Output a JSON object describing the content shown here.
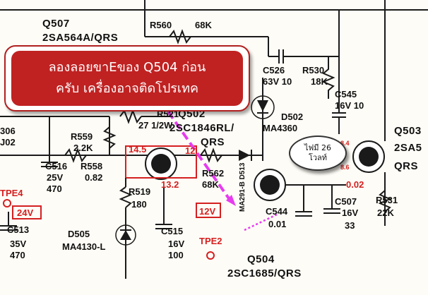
{
  "callout": {
    "line1": "ลองลอยขาEของ Q504 ก่อน",
    "line2": "ครับ เครื่องอาจติดโปรเทค"
  },
  "bubble": {
    "line1": "ไฟมี 26",
    "line2": "โวลท์"
  },
  "transistors": {
    "q507": {
      "name": "Q507",
      "part": "2SA564A/QRS"
    },
    "q502": {
      "name": "Q502",
      "part": "2SC1846RL/",
      "suffix": "QRS"
    },
    "q503": {
      "name": "Q503",
      "part": "2SA5",
      "suffix": "QRS"
    },
    "q504": {
      "name": "Q504",
      "part": "2SC1685/QRS"
    }
  },
  "resistors": {
    "r560": {
      "name": "R560",
      "value": "68K"
    },
    "r530": {
      "name": "R530",
      "value": "18K"
    },
    "r521": {
      "name": "R521",
      "value": "27 1/2W"
    },
    "r559": {
      "name": "R559",
      "value": "2.2K"
    },
    "r558": {
      "name": "R558",
      "value": "0.82"
    },
    "r562": {
      "name": "R562",
      "value": "68K"
    },
    "r519": {
      "name": "R519",
      "value": "180"
    },
    "r531": {
      "name": "R531",
      "value": "22K"
    }
  },
  "capacitors": {
    "c526": {
      "name": "C526",
      "value": "63V 10"
    },
    "c545": {
      "name": "C545",
      "value": "16V 10"
    },
    "c516": {
      "name": "C516",
      "value1": "25V",
      "value2": "470"
    },
    "c513": {
      "name": "C513",
      "value1": "35V",
      "value2": "470"
    },
    "c515": {
      "name": "C515",
      "value1": "16V",
      "value2": "100"
    },
    "c507": {
      "name": "C507",
      "value1": "16V",
      "value2": "33"
    },
    "c544": {
      "name": "C544",
      "value": "0.01"
    }
  },
  "diodes": {
    "d502": {
      "name": "D502",
      "part": "MA4360"
    },
    "d505": {
      "name": "D505",
      "part": "MA4130-L"
    },
    "d513": {
      "name": "MA291-B D513"
    }
  },
  "test_points": {
    "tpe4": "TPE4",
    "tpe2": "TPE2"
  },
  "voltages": {
    "v145": "14.5",
    "v132": "13.2",
    "v12": "12",
    "v24": "24V",
    "v12box": "12V",
    "v002": "0.02",
    "v84": "8.4",
    "v86": "8.6"
  },
  "edge_fragments": {
    "left1": "306",
    "left2": "J02"
  }
}
